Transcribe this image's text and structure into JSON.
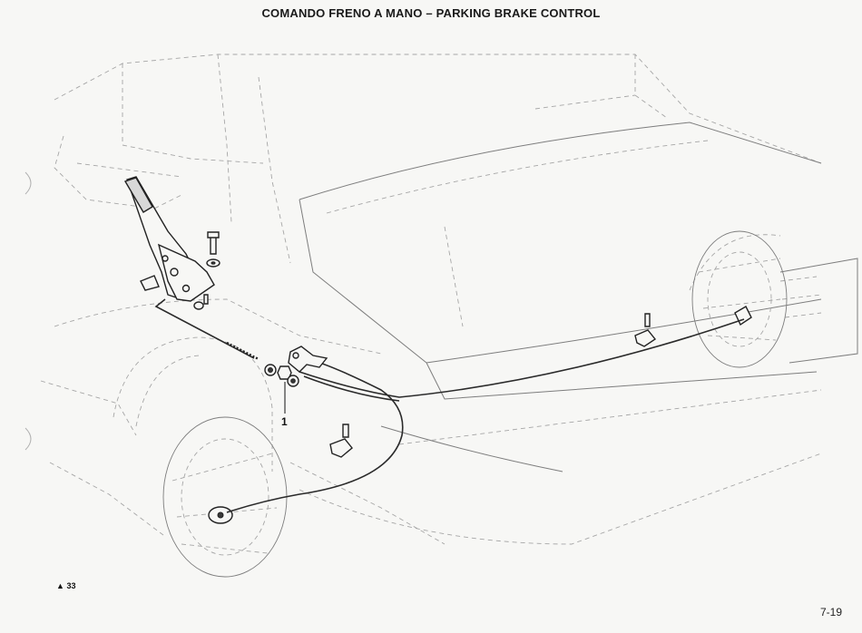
{
  "title": "COMANDO FRENO A MANO  –  PARKING BRAKE CONTROL",
  "callouts": [
    {
      "label": "1"
    }
  ],
  "figure_ref": {
    "marker": "▲",
    "number": "33"
  },
  "page_number": "7-19",
  "colors": {
    "background": "#f7f7f5",
    "linework": "#222222",
    "ghost_linework": "#a6a6a6"
  }
}
